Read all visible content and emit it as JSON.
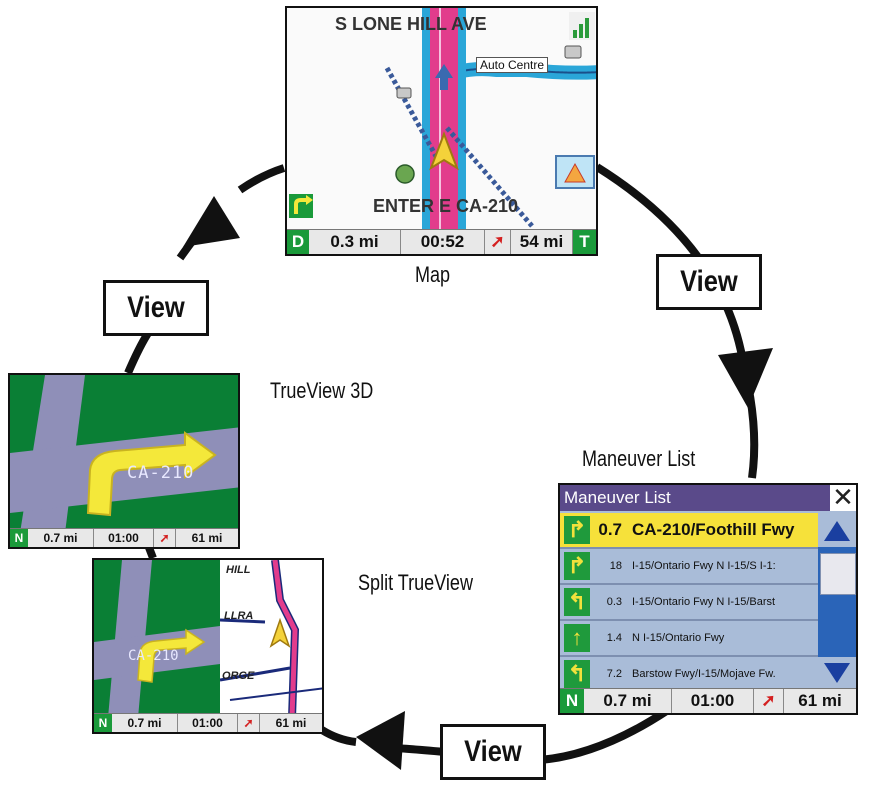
{
  "labels": {
    "map": "Map",
    "maneuver_list": "Maneuver List",
    "trueview_3d": "TrueView 3D",
    "split_trueview": "Split TrueView"
  },
  "view_buttons": [
    "View",
    "View",
    "View"
  ],
  "map_screen": {
    "top_street": "S LONE HILL AVE",
    "road_label": "Auto Centre",
    "bottom_street": "ENTER E CA-210",
    "status": {
      "left_badge": "D",
      "distance": "0.3 mi",
      "time": "00:52",
      "remaining": "54 mi",
      "right_badge": "T"
    }
  },
  "maneuver_screen": {
    "title": "Maneuver List",
    "close": "✕",
    "rows": [
      {
        "distance": "0.7",
        "name": "CA-210/Foothill Fwy",
        "selected": true
      },
      {
        "distance": "18",
        "name": "I-15/Ontario Fwy N I-15/S I-1:",
        "selected": false
      },
      {
        "distance": "0.3",
        "name": "I-15/Ontario Fwy N I-15/Barst",
        "selected": false
      },
      {
        "distance": "1.4",
        "name": "N I-15/Ontario Fwy",
        "selected": false
      },
      {
        "distance": "7.2",
        "name": "Barstow Fwy/I-15/Mojave Fw.",
        "selected": false
      }
    ],
    "status": {
      "badge": "N",
      "distance": "0.7 mi",
      "time": "01:00",
      "remaining": "61 mi"
    }
  },
  "trueview_screen": {
    "road_label": "CA-210",
    "status": {
      "badge": "N",
      "distance": "0.7 mi",
      "time": "01:00",
      "remaining": "61 mi"
    }
  },
  "split_screen": {
    "road_label": "CA-210",
    "map_labels": [
      "HILL",
      "LLRA",
      "ORGE"
    ],
    "status": {
      "badge": "N",
      "distance": "0.7 mi",
      "time": "01:00",
      "remaining": "61 mi"
    }
  },
  "colors": {
    "grass": "#0a7f35",
    "road_grey": "#8f8fb8",
    "arrow_yellow": "#f4e83a",
    "highway_pink": "#e23c8c",
    "water_blue": "#2aa6d8",
    "badge_green": "#1a9a3a",
    "turn_red": "#d42020"
  }
}
